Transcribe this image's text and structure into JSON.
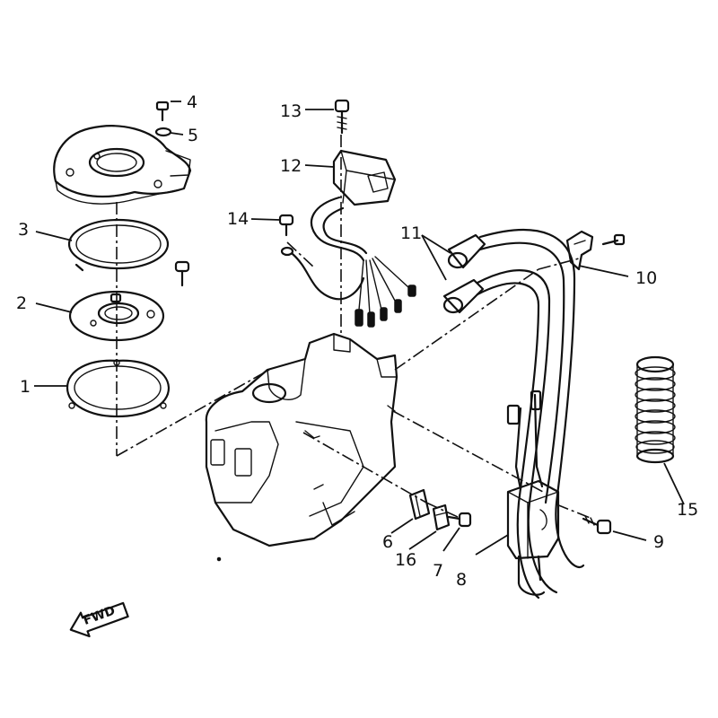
{
  "callouts": {
    "c1": "1",
    "c2": "2",
    "c3": "3",
    "c4": "4",
    "c5": "5",
    "c6": "6",
    "c7": "7",
    "c8": "8",
    "c9": "9",
    "c10": "10",
    "c11": "11",
    "c12": "12",
    "c13": "13",
    "c14": "14",
    "c15": "15",
    "c16": "16"
  },
  "direction_arrow": {
    "label": "FWD"
  },
  "colors": {
    "ink": "#111111",
    "paper": "#ffffff"
  }
}
